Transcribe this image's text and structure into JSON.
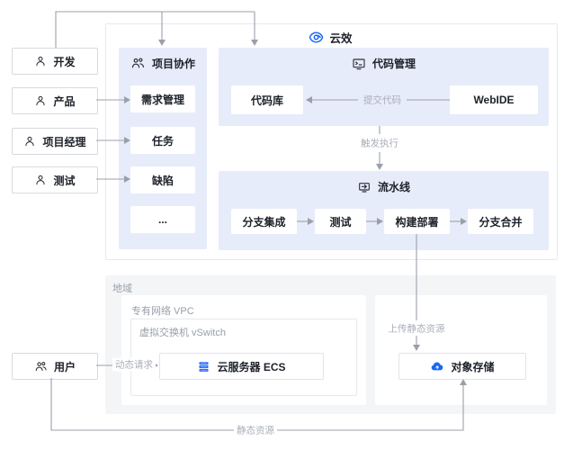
{
  "diagram": {
    "product": {
      "name": "云效"
    },
    "actors": [
      {
        "label": "开发"
      },
      {
        "label": "产品"
      },
      {
        "label": "项目经理"
      },
      {
        "label": "测试"
      }
    ],
    "user": {
      "label": "用户"
    },
    "collaboration": {
      "title": "项目协作",
      "items": [
        "需求管理",
        "任务",
        "缺陷",
        "..."
      ]
    },
    "code": {
      "title": "代码管理",
      "repo_label": "代码库",
      "webide_label": "WebIDE",
      "commit_label": "提交代码"
    },
    "pipeline": {
      "title": "流水线",
      "stages": [
        "分支集成",
        "测试",
        "构建部署",
        "分支合并"
      ]
    },
    "trigger_label": "触发执行",
    "region": {
      "label": "地域",
      "vpc_label": "专有网络 VPC",
      "vswitch_label": "虚拟交换机 vSwitch",
      "ecs_label": "云服务器 ECS",
      "oss_label": "对象存储"
    },
    "edges": {
      "upload_static": "上传静态资源",
      "dynamic_request": "动态请求",
      "static_resource": "静态资源"
    },
    "colors": {
      "accent_blue": "#1c68f5",
      "panel_lavender": "#e7ecfa",
      "region_gray": "#f4f5f7",
      "line_gray": "#9ba0a8"
    }
  }
}
